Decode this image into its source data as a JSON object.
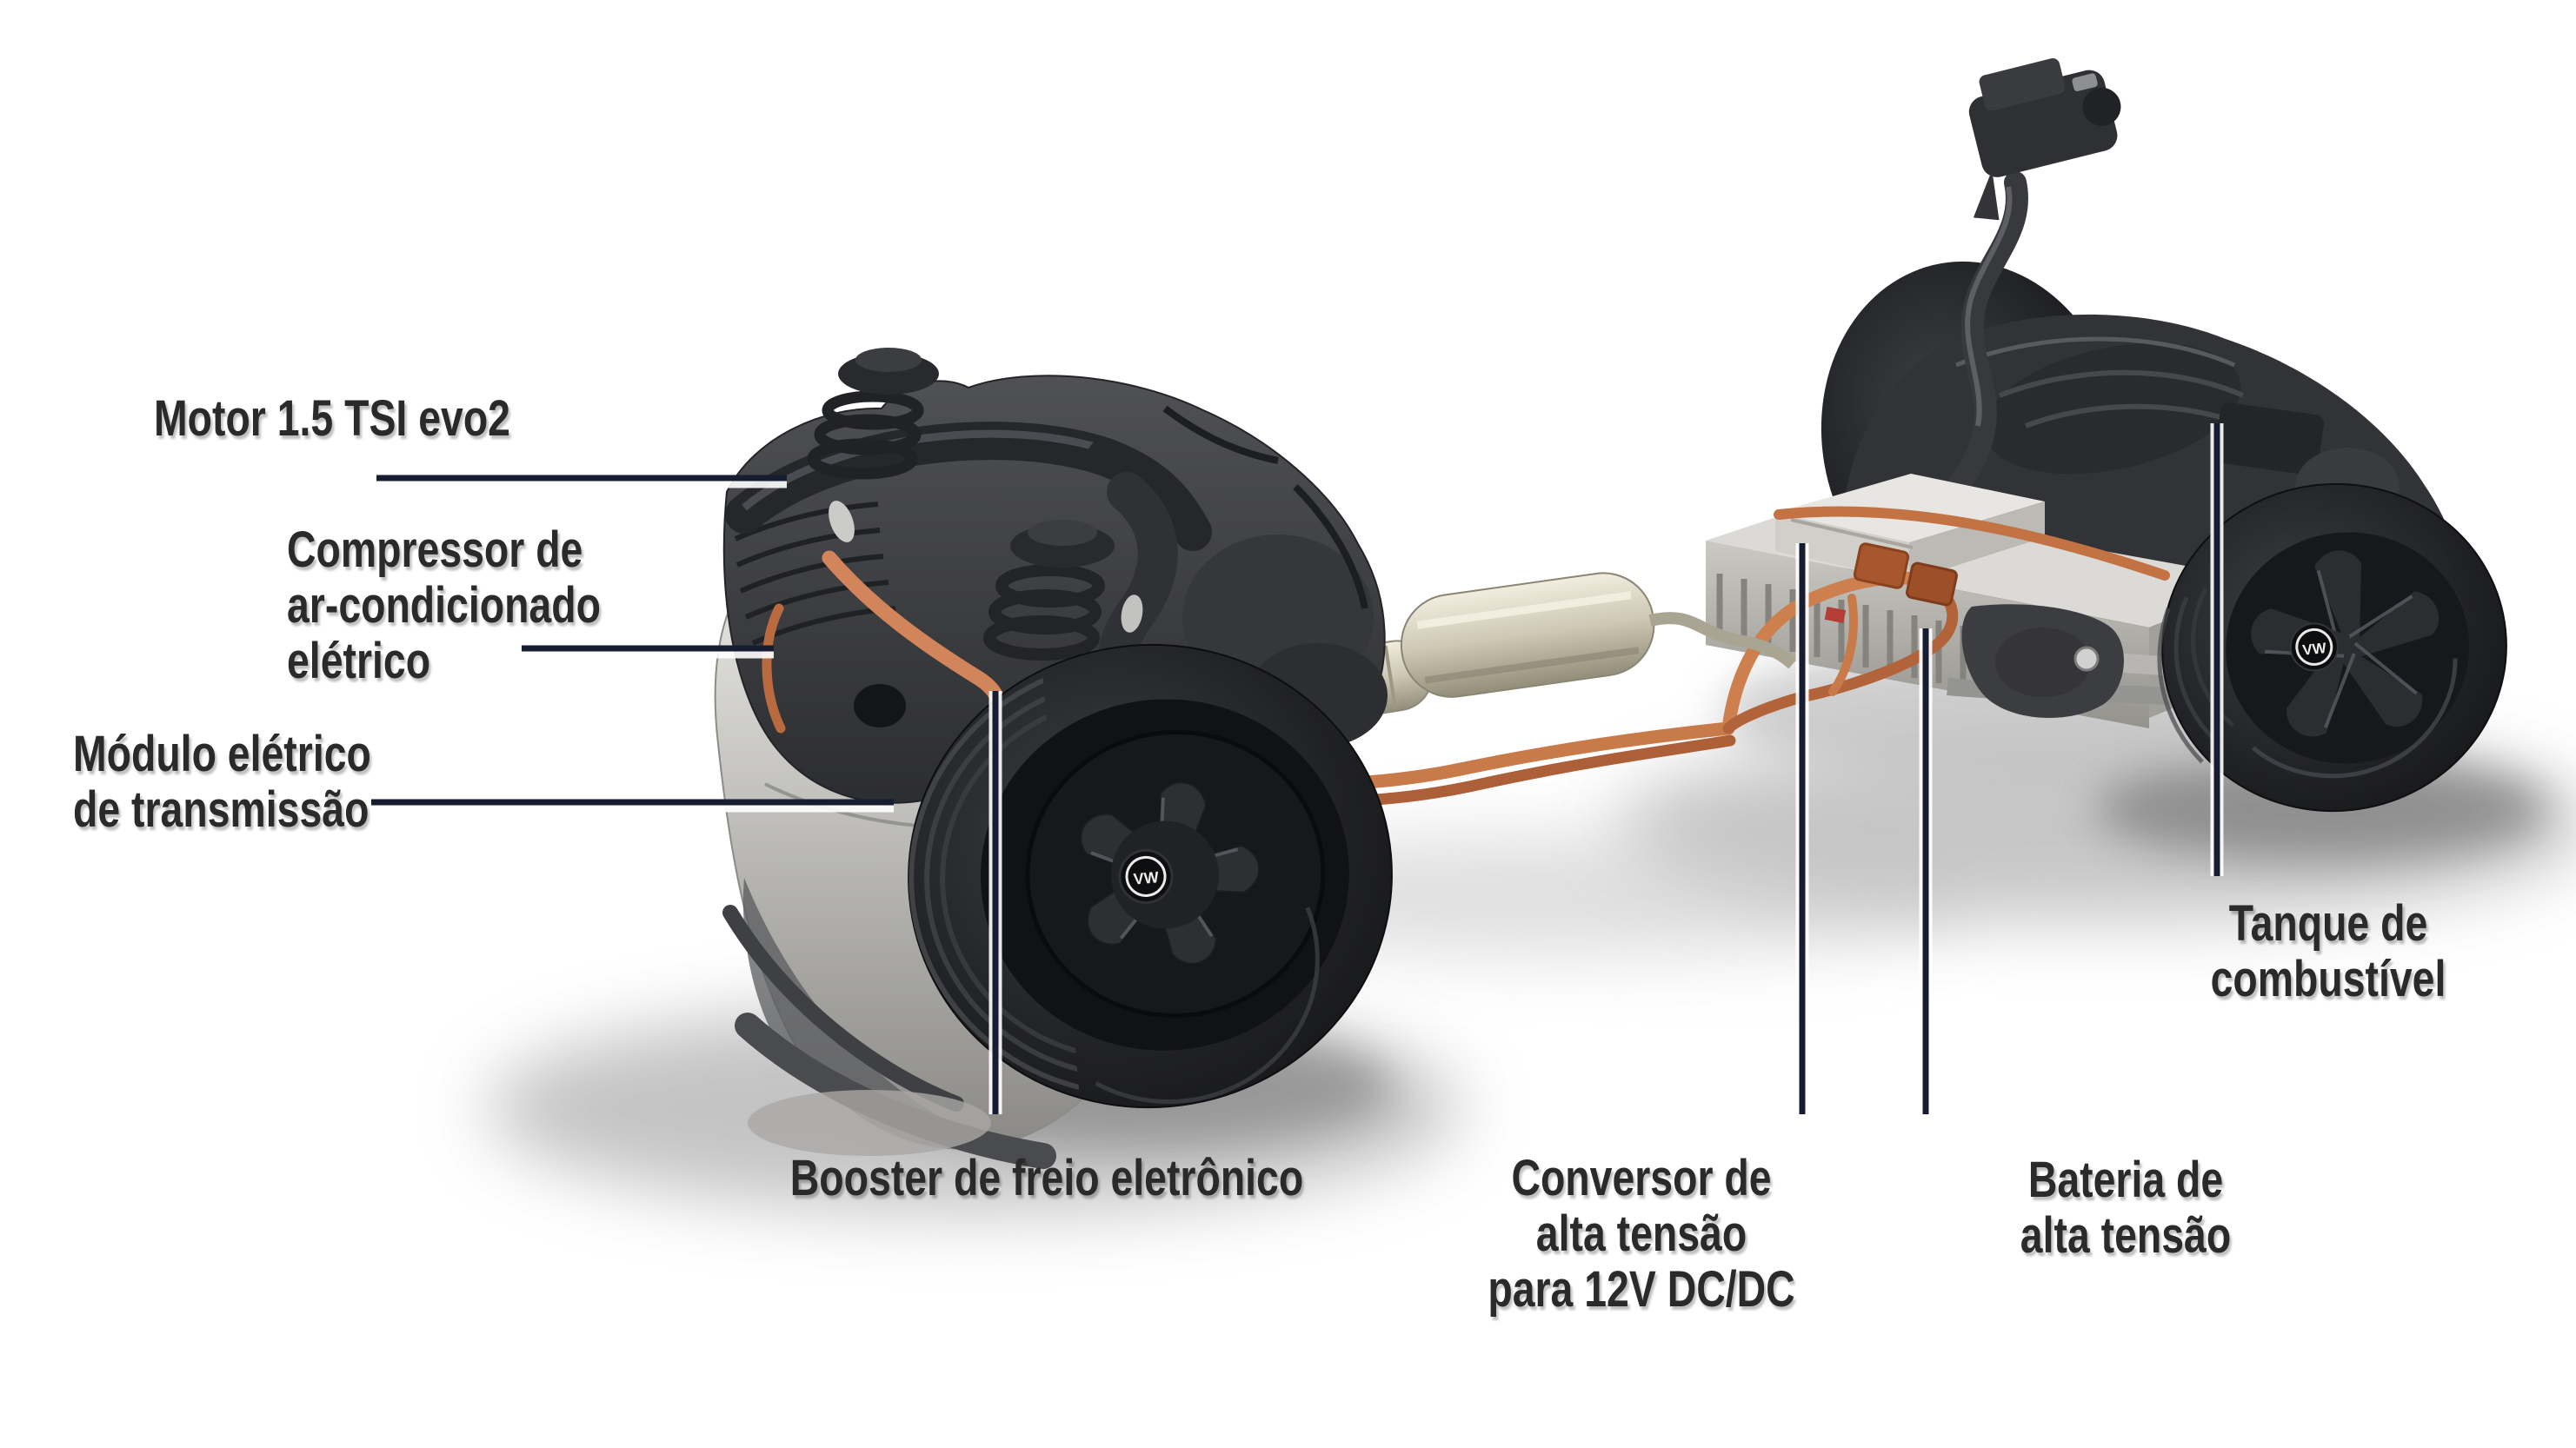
{
  "labels": {
    "motor": {
      "text": "Motor 1.5 TSI evo2"
    },
    "compressor": {
      "lines": [
        "Compressor de",
        "ar-condicionado",
        "elétrico"
      ]
    },
    "modulo": {
      "lines": [
        "Módulo elétrico",
        "de transmissão"
      ]
    },
    "booster": {
      "text": "Booster de freio eletrônico"
    },
    "conversor": {
      "lines": [
        "Conversor de",
        "alta tensão",
        "para 12V DC/DC"
      ]
    },
    "bateria": {
      "lines": [
        "Bateria de",
        "alta tensão"
      ]
    },
    "tanque": {
      "lines": [
        "Tanque de",
        "combustível"
      ]
    }
  },
  "wheel_badge": "VW",
  "colors": {
    "background": "#ffffff",
    "label_text": "#2a2a2a",
    "leader_line": "#171d30",
    "hv_cable_orange": "#cf7f4e",
    "battery_silver": "#c6c4c0",
    "engine_dark": "#353639",
    "exhaust_metal": "#c9c3b1",
    "tire_black": "#1a1b1d"
  }
}
